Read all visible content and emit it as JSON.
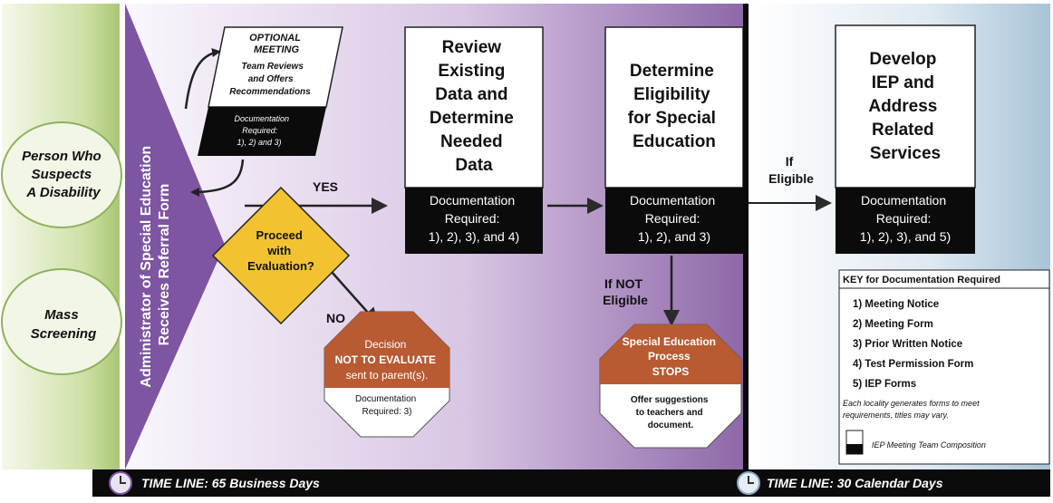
{
  "left_column": {
    "person_lines": [
      "Person Who",
      "Suspects",
      "A Disability"
    ],
    "mass_lines": [
      "Mass",
      "Screening"
    ]
  },
  "admin_lines": [
    "Administrator of Special Education",
    "Receives Referral Form"
  ],
  "optional_meeting": {
    "title_lines": [
      "OPTIONAL",
      "MEETING"
    ],
    "body_lines": [
      "Team Reviews",
      "and Offers",
      "Recommendations"
    ],
    "doc_lines": [
      "Documentation",
      "Required:",
      "1), 2) and 3)"
    ]
  },
  "decision": {
    "lines": [
      "Proceed",
      "with",
      "Evaluation?"
    ],
    "yes": "YES",
    "no": "NO"
  },
  "review_box": {
    "title_lines": [
      "Review",
      "Existing",
      "Data and",
      "Determine",
      "Needed",
      "Data"
    ],
    "doc_lines": [
      "Documentation",
      "Required:",
      "1), 2), 3), and 4)"
    ]
  },
  "eligibility_box": {
    "title_lines": [
      "Determine",
      "Eligibility",
      "for Special",
      "Education"
    ],
    "doc_lines": [
      "Documentation",
      "Required:",
      "1), 2), and 3)"
    ]
  },
  "if_not_eligible_lines": [
    "If NOT",
    "Eligible"
  ],
  "if_eligible_lines": [
    "If",
    "Eligible"
  ],
  "iep_box": {
    "title_lines": [
      "Develop",
      "IEP and",
      "Address",
      "Related",
      "Services"
    ],
    "doc_lines": [
      "Documentation",
      "Required:",
      "1), 2), 3), and 5)"
    ]
  },
  "stop_not_evaluate": {
    "top_lines": [
      "Decision",
      "NOT TO EVALUATE",
      "sent to parent(s)."
    ],
    "bottom_lines": [
      "Documentation",
      "Required: 3)"
    ]
  },
  "stop_process": {
    "top_lines": [
      "Special Education",
      "Process",
      "STOPS"
    ],
    "bottom_lines": [
      "Offer suggestions",
      "to teachers and",
      "document."
    ]
  },
  "key": {
    "title": "KEY for Documentation Required",
    "items": [
      "1) Meeting Notice",
      "2) Meeting Form",
      "3) Prior Written Notice",
      "4) Test Permission Form",
      "5) IEP Forms"
    ],
    "note_lines": [
      "Each locality generates forms to meet",
      "requirements, titles may vary."
    ],
    "legend_label": "IEP Meeting Team Composition"
  },
  "timeline_left": "TIME LINE:  65 Business Days",
  "timeline_right": "TIME LINE:  30 Calendar Days",
  "colors": {
    "green": "#b6cf86",
    "purple": "#8a63a4",
    "purple_dark": "#6f4a8c",
    "diamond": "#f2c230",
    "stop": "#b85a32",
    "black": "#0b0b0b",
    "blue_light": "#c9dbe8"
  }
}
